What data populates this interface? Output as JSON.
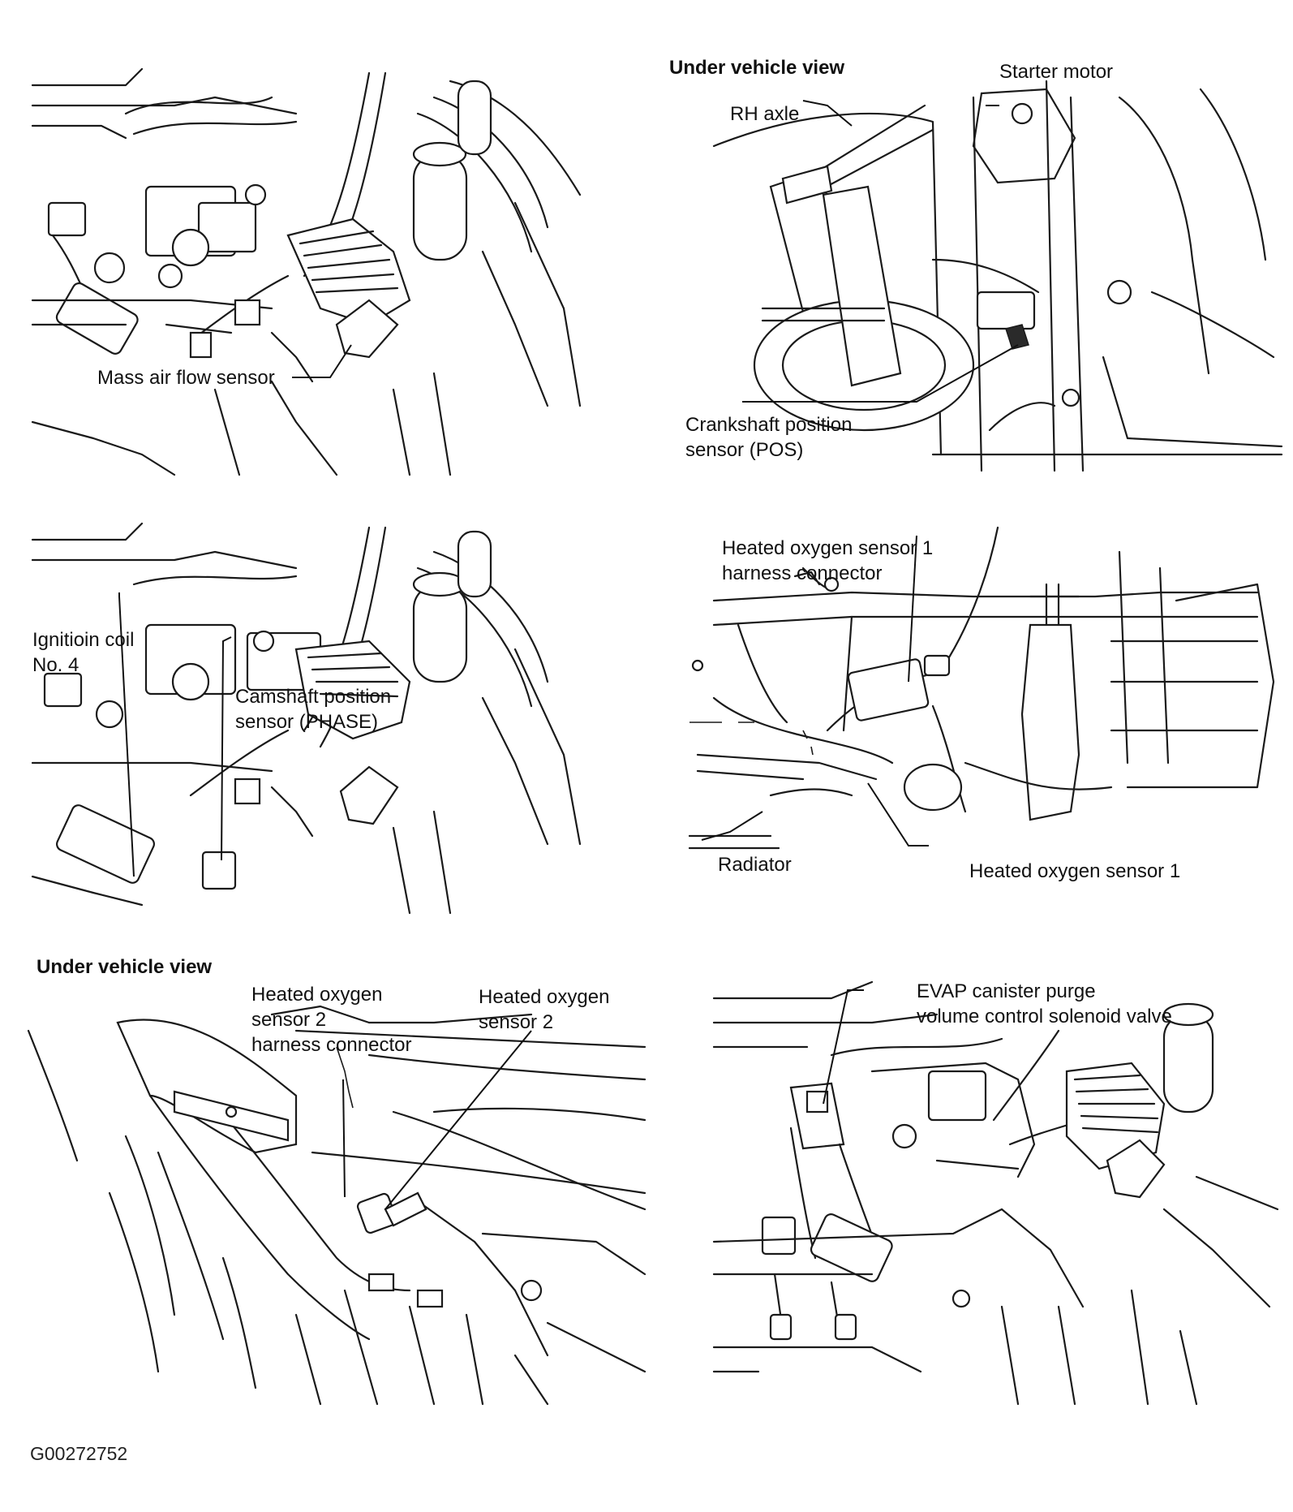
{
  "figure_id": "G00272752",
  "panels": {
    "p1": {
      "labels": {
        "maf": "Mass air flow sensor"
      }
    },
    "p2": {
      "header": "Under vehicle view",
      "labels": {
        "starter": "Starter motor",
        "rh_axle": "RH axle",
        "crank": "Crankshaft position\nsensor (POS)"
      }
    },
    "p3": {
      "labels": {
        "coil": "Ignitioin coil\nNo. 4",
        "cam": "Camshaft position\nsensor (PHASE)"
      }
    },
    "p4": {
      "labels": {
        "ho2s1_conn": "Heated oxygen sensor 1\nharness connector",
        "radiator": "Radiator",
        "ho2s1": "Heated oxygen sensor 1"
      }
    },
    "p5": {
      "header": "Under vehicle view",
      "labels": {
        "ho2s2_conn": "Heated oxygen\nsensor 2\nharness connector",
        "ho2s2": "Heated oxygen\nsensor 2"
      }
    },
    "p6": {
      "labels": {
        "evap": "EVAP canister purge\nvolume control solenoid valve"
      }
    }
  }
}
